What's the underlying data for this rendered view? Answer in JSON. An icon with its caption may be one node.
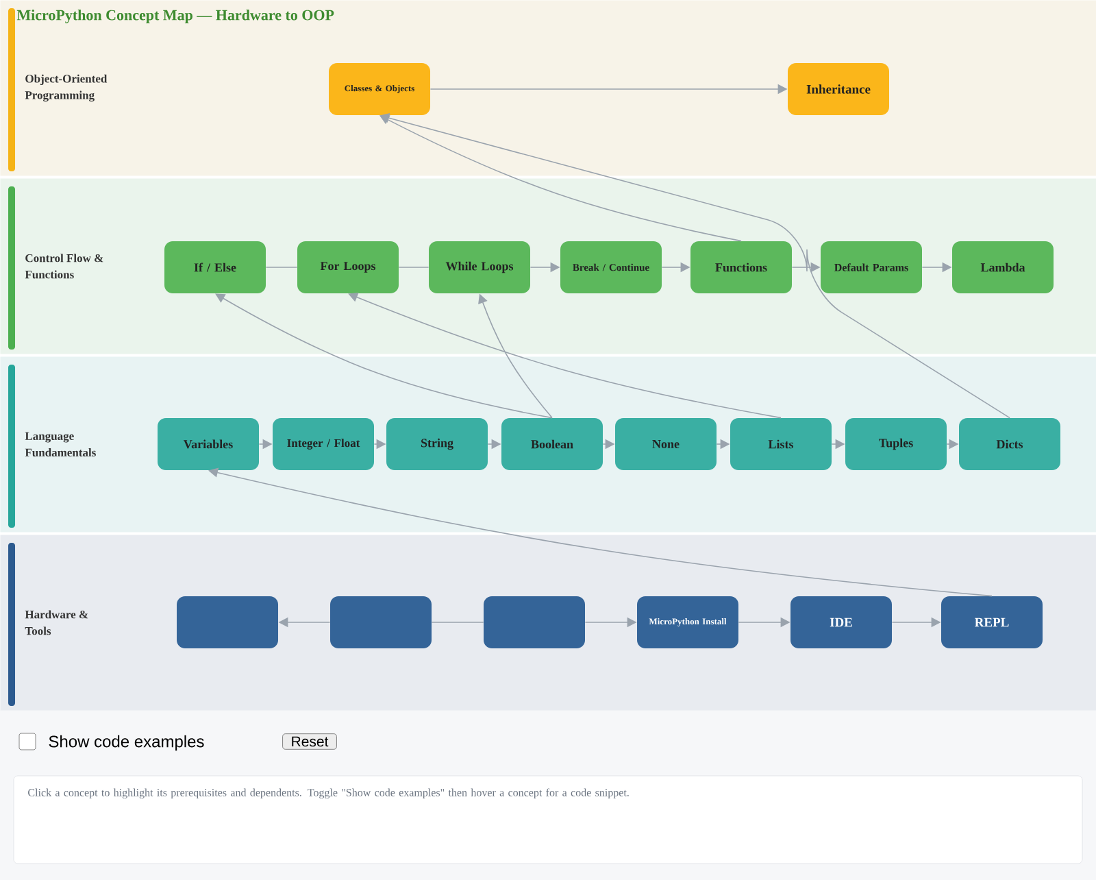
{
  "diagram": {
    "title": "MicroPython Concept Map — Hardware to OOP",
    "nodes": [
      {
        "text": [
          "Object-Oriented Programming"
        ]
      },
      {
        "text": [
          "Classes & Objects"
        ],
        "in": 0
      },
      {
        "text": [
          "Inheritance"
        ],
        "in": 0
      },
      {
        "text": [
          "Control Flow & Functions"
        ]
      },
      {
        "text": [
          "If / Else"
        ],
        "in": 3
      },
      {
        "text": [
          "For Loops"
        ],
        "in": 3
      },
      {
        "text": [
          "While Loops"
        ],
        "in": 3
      },
      {
        "text": [
          "Break / Continue"
        ],
        "in": 3
      },
      {
        "text": [
          "Functions"
        ],
        "in": 3
      },
      {
        "text": [
          "Default Params"
        ],
        "in": 3
      },
      {
        "text": [
          "Lambda"
        ],
        "in": 3
      },
      {
        "text": [
          "Language Fundamentals"
        ]
      },
      {
        "text": [
          "Variables"
        ],
        "in": 11
      },
      {
        "text": [
          "Integer / Float"
        ],
        "in": 11
      },
      {
        "text": [
          "String"
        ],
        "in": 11
      },
      {
        "text": [
          "Boolean"
        ],
        "in": 11
      },
      {
        "text": [
          "None"
        ],
        "in": 11
      },
      {
        "text": [
          "Lists"
        ],
        "in": 11
      },
      {
        "text": [
          "Tuples"
        ],
        "in": 11
      },
      {
        "text": [
          "Dicts"
        ],
        "in": 11
      },
      {
        "text": [
          "Hardware & Tools"
        ]
      },
      {
        "text": [],
        "shape": "box",
        "in": 20
      },
      {
        "text": [],
        "shape": "box",
        "in": 20
      },
      {
        "text": [],
        "shape": "box",
        "in": 20
      },
      {
        "text": [
          "MicroPython Install"
        ],
        "in": 20
      },
      {
        "text": [
          "IDE"
        ],
        "in": 20
      },
      {
        "text": [
          "REPL"
        ],
        "in": 20
      }
    ],
    "edges": [
      {
        "from": 1,
        "to": 2,
        "arrow": "to"
      },
      {
        "from": 4,
        "to": 5,
        "arrow": "none"
      },
      {
        "from": 5,
        "to": 6,
        "arrow": "none"
      },
      {
        "from": 6,
        "to": 7,
        "arrow": "to"
      },
      {
        "from": 7,
        "to": 8,
        "arrow": "to"
      },
      {
        "from": 8,
        "to": 9,
        "arrow": "to"
      },
      {
        "from": 9,
        "to": 10,
        "arrow": "to"
      },
      {
        "from": 12,
        "to": 13,
        "arrow": "to"
      },
      {
        "from": 13,
        "to": 14,
        "arrow": "to"
      },
      {
        "from": 14,
        "to": 15,
        "arrow": "to"
      },
      {
        "from": 15,
        "to": 16,
        "arrow": "to"
      },
      {
        "from": 16,
        "to": 17,
        "arrow": "to"
      },
      {
        "from": 17,
        "to": 18,
        "arrow": "to"
      },
      {
        "from": 18,
        "to": 19,
        "arrow": "to"
      },
      {
        "from": 22,
        "to": 21,
        "arrow": "to"
      },
      {
        "from": 22,
        "to": 23,
        "arrow": "none"
      },
      {
        "from": 23,
        "to": 24,
        "arrow": "to"
      },
      {
        "from": 24,
        "to": 25,
        "arrow": "to"
      },
      {
        "from": 25,
        "to": 26,
        "arrow": "to"
      },
      {
        "from": 8,
        "to": 1,
        "arrow": "to"
      },
      {
        "from": 19,
        "to": 1,
        "arrow": "to"
      },
      {
        "from": 15,
        "to": 4,
        "arrow": "to"
      },
      {
        "from": 15,
        "to": 6,
        "arrow": "to"
      },
      {
        "from": 17,
        "to": 5,
        "arrow": "to"
      },
      {
        "from": 26,
        "to": 12,
        "arrow": "to"
      }
    ],
    "labels": [
      "Show code examples",
      "Reset",
      "Click a concept to highlight its prerequisites and dependents. Toggle \"Show code examples\" then hover a concept for a code snippet."
    ]
  }
}
